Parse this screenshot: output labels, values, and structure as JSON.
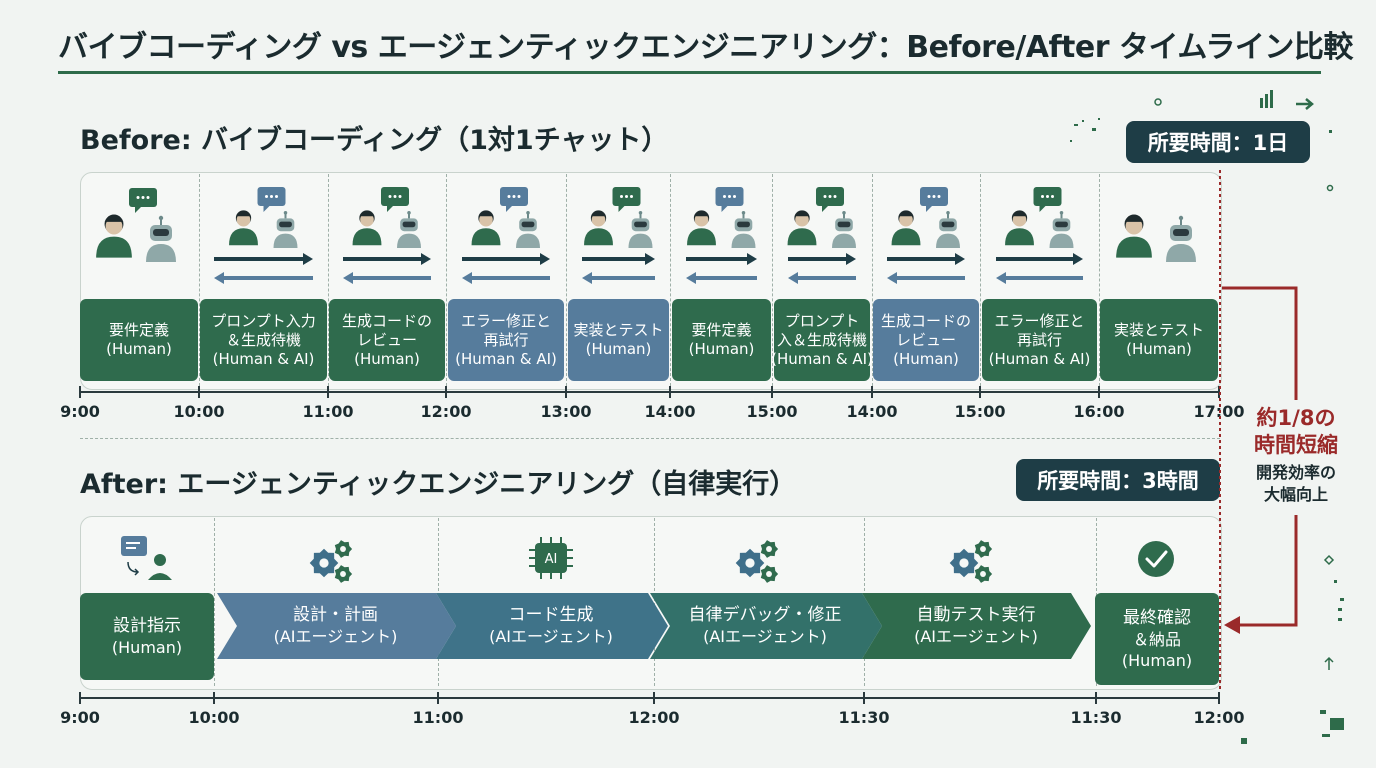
{
  "title": "バイブコーディング vs エージェンティックエンジニアリング：Before/After タイムライン比較",
  "before": {
    "heading": "Before: バイブコーディング（1対1チャット）",
    "time_badge": "所要時間：1日",
    "stages": [
      {
        "line1": "要件定義",
        "line2": "",
        "line3": "(Human)",
        "type": "human"
      },
      {
        "line1": "プロンプト入力",
        "line2": "＆生成待機",
        "line3": "(Human & AI)",
        "type": "mixed"
      },
      {
        "line1": "生成コードの",
        "line2": "レビュー",
        "line3": "(Human)",
        "type": "human"
      },
      {
        "line1": "エラー修正と",
        "line2": "再試行",
        "line3": "(Human & AI)",
        "type": "ai"
      },
      {
        "line1": "実装とテスト",
        "line2": "",
        "line3": "(Human)",
        "type": "ai"
      },
      {
        "line1": "要件定義",
        "line2": "",
        "line3": "(Human)",
        "type": "human"
      },
      {
        "line1": "プロンプト",
        "line2": "入＆生成待機",
        "line3": "(Human & AI)",
        "type": "mixed"
      },
      {
        "line1": "生成コードの",
        "line2": "レビュー",
        "line3": "(Human)",
        "type": "ai"
      },
      {
        "line1": "エラー修正と",
        "line2": "再試行",
        "line3": "(Human & AI)",
        "type": "mixed"
      },
      {
        "line1": "実装とテスト",
        "line2": "",
        "line3": "(Human)",
        "type": "human"
      }
    ],
    "ticks": [
      "9:00",
      "10:00",
      "11:00",
      "12:00",
      "13:00",
      "14:00",
      "15:00",
      "14:00",
      "15:00",
      "16:00",
      "17:00"
    ]
  },
  "after": {
    "heading": "After: エージェンティックエンジニアリング（自律実行）",
    "time_badge": "所要時間：3時間",
    "stages": [
      {
        "line1": "設計指示",
        "line2": "(Human)"
      },
      {
        "line1": "設計・計画",
        "line2": "(AIエージェント)"
      },
      {
        "line1": "コード生成",
        "line2": "(AIエージェント)"
      },
      {
        "line1": "自律デバッグ・修正",
        "line2": "(AIエージェント)"
      },
      {
        "line1": "自動テスト実行",
        "line2": "(AIエージェント)"
      },
      {
        "line1": "最終確認",
        "line2": "＆納品",
        "line3": "(Human)"
      }
    ],
    "chip_label": "AI",
    "ticks": [
      "9:00",
      "10:00",
      "11:00",
      "12:00",
      "11:30",
      "11:30",
      "12:00"
    ]
  },
  "callout": {
    "line1": "約1/8の",
    "line2": "時間短縮",
    "sub1": "開発効率の",
    "sub2": "大幅向上"
  },
  "colors": {
    "human_green": "#2f6b4d",
    "ai_blue": "#567c9c",
    "navy": "#1e3d46",
    "accent_red": "#9a2a2a"
  }
}
